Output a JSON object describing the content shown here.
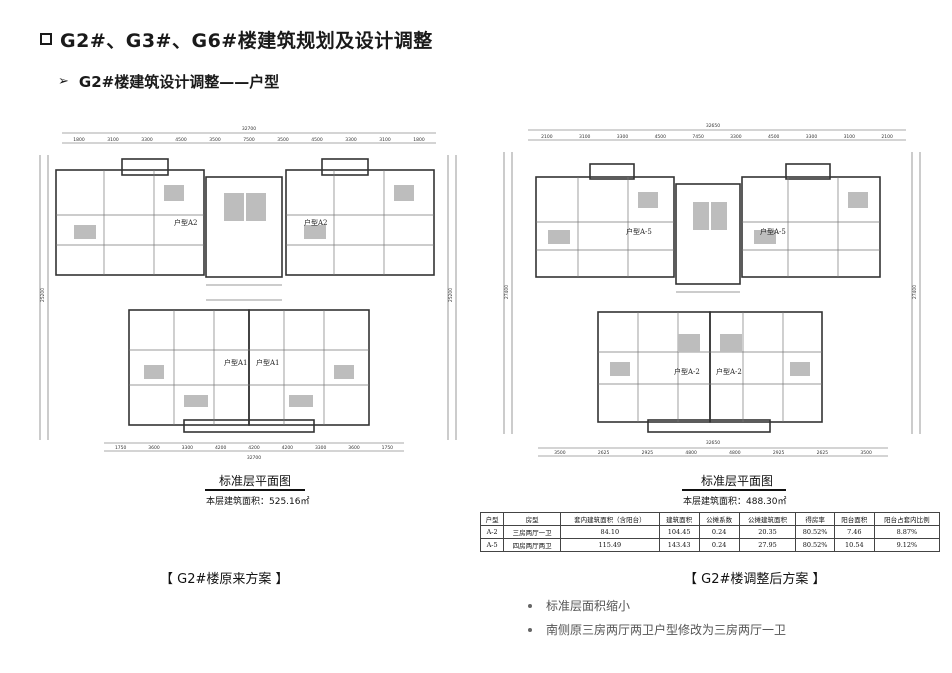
{
  "header": {
    "title": "G2#、G3#、G6#楼建筑规划及设计调整",
    "subtitle": "G2#楼建筑设计调整——户型",
    "subtitle_arrow": "➢"
  },
  "left_plan": {
    "top_total": "32700",
    "top_dims": [
      "1800",
      "3100",
      "3300",
      "4500",
      "3500",
      "7500",
      "3500",
      "4500",
      "3300",
      "3100",
      "1800"
    ],
    "bottom_total": "32700",
    "bottom_dims": [
      "1750",
      "3600",
      "3300",
      "4200",
      "4200",
      "4200",
      "3300",
      "3600",
      "1750"
    ],
    "side_total": "25200",
    "unit_labels": [
      "户型A2",
      "户型A2",
      "户型A1",
      "户型A1"
    ],
    "caption": "标准层平面图",
    "area_text": "本层建筑面积：525.16㎡"
  },
  "right_plan": {
    "top_total": "32650",
    "top_dims": [
      "2100",
      "3100",
      "3300",
      "4500",
      "7450",
      "3300",
      "4500",
      "3300",
      "3100",
      "2100"
    ],
    "bottom_total": "32650",
    "bottom_dims": [
      "3500",
      "2625",
      "2925",
      "4800",
      "4800",
      "2925",
      "2625",
      "3500"
    ],
    "side_total": "27400",
    "unit_labels": [
      "户型A-5",
      "户型A-5",
      "户型A-2",
      "户型A-2"
    ],
    "caption": "标准层平面图",
    "area_text": "本层建筑面积：488.30㎡"
  },
  "area_table": {
    "headers": [
      "户型",
      "房型",
      "套内建筑面积（含阳台）",
      "建筑面积",
      "公摊系数",
      "公摊建筑面积",
      "得房率",
      "阳台面积",
      "阳台占套内比例"
    ],
    "rows": [
      [
        "A-2",
        "三房两厅一卫",
        "84.10",
        "104.45",
        "0.24",
        "20.35",
        "80.52%",
        "7.46",
        "8.87%"
      ],
      [
        "A-5",
        "四房两厅两卫",
        "115.49",
        "143.43",
        "0.24",
        "27.95",
        "80.52%",
        "10.54",
        "9.12%"
      ]
    ]
  },
  "schemes": {
    "original_label": "【 G2#楼原来方案 】",
    "adjusted_label": "【 G2#楼调整后方案 】"
  },
  "notes": [
    "标准层面积缩小",
    "南侧原三房两厅两卫户型修改为三房两厅一卫"
  ],
  "colors": {
    "title": "#1a1a1a",
    "plan_line": "#333333",
    "plan_gray": "#9a9a9a",
    "note_text": "#555555"
  }
}
